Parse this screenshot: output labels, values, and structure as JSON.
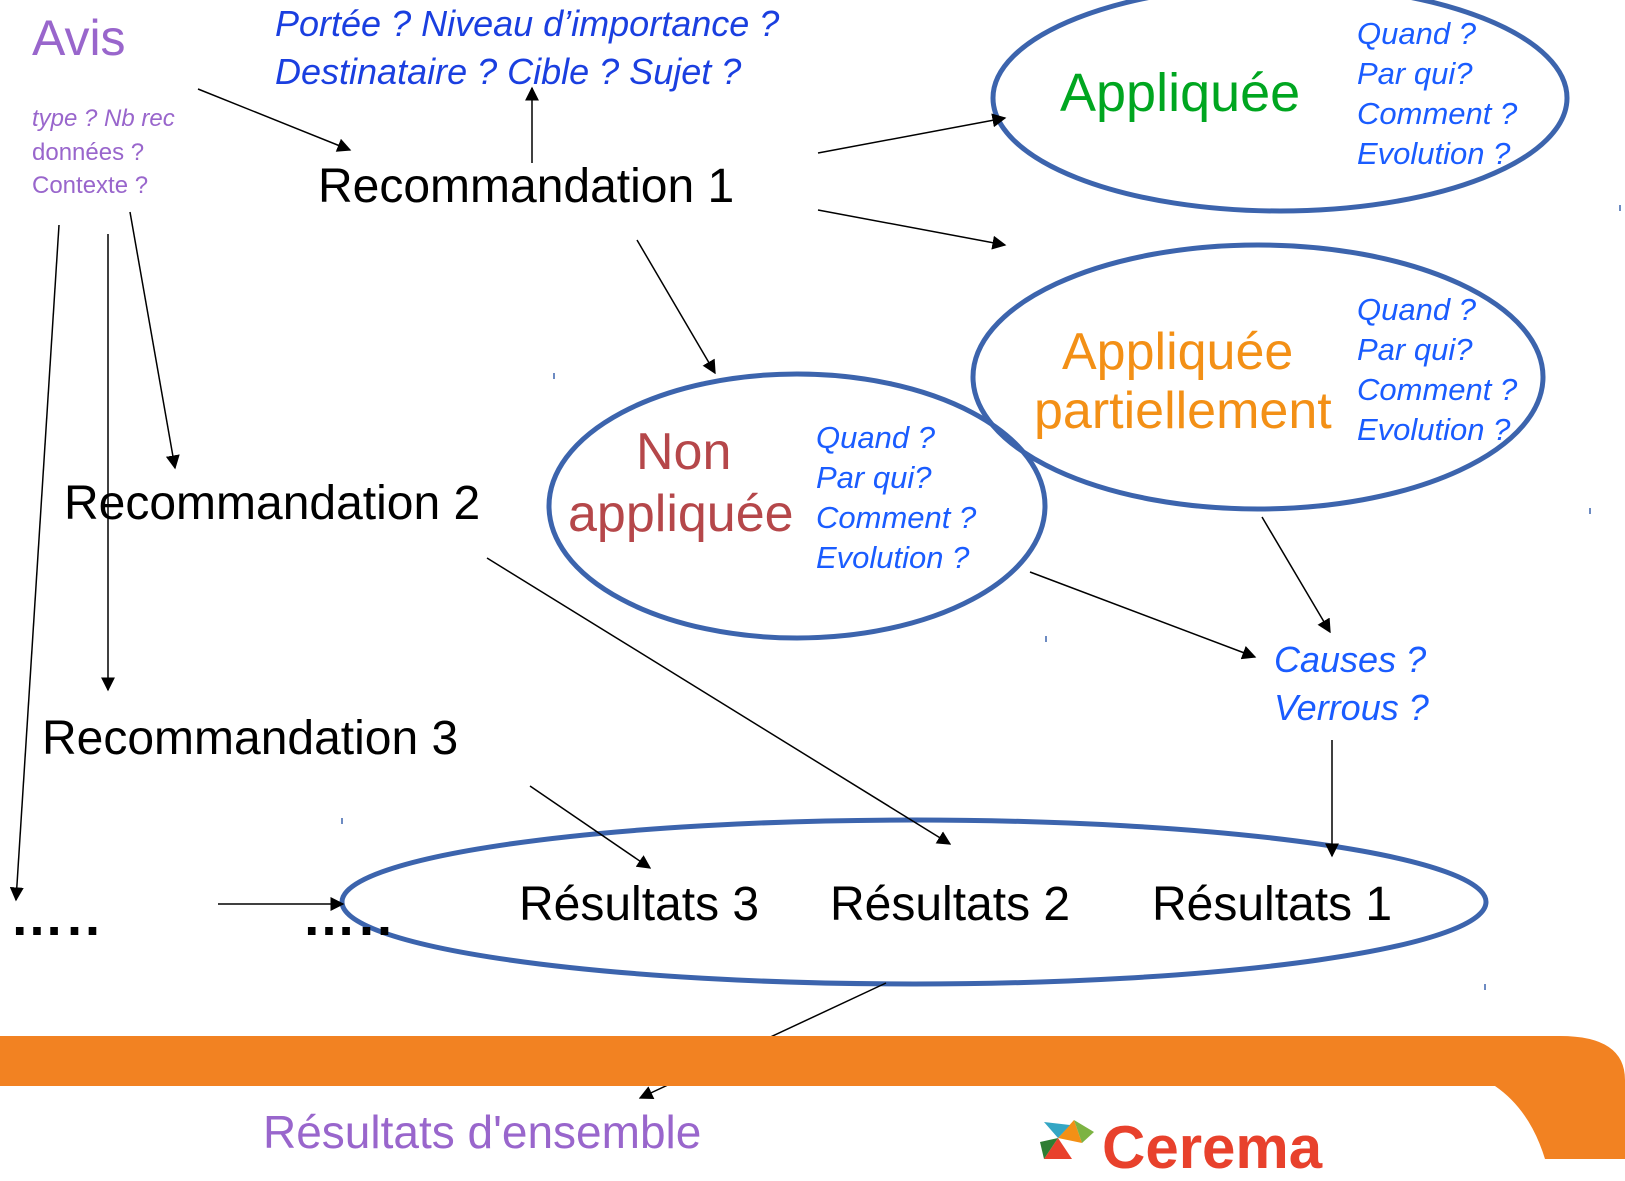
{
  "colors": {
    "purple": "#9966CC",
    "blue_italic": "#1A3FE0",
    "question_blue": "#1A5CFF",
    "green": "#00A620",
    "orange": "#F39016",
    "red_brown": "#B5474A",
    "ellipse_stroke": "#3C64AD",
    "band_orange": "#F28222",
    "black": "#000000"
  },
  "avis": {
    "title": "Avis",
    "details": [
      "type ? Nb rec",
      "données ?",
      "Contexte ?"
    ]
  },
  "scope_questions": [
    "Portée ? Niveau d’importance ?",
    "Destinataire ? Cible ? Sujet ?"
  ],
  "recommendations": [
    "Recommandation 1",
    "Recommandation 2",
    "Recommandation 3"
  ],
  "ellipses": {
    "applied": {
      "label": "Appliquée",
      "questions": [
        "Quand ?",
        "Par qui?",
        "Comment ?",
        "Evolution ?"
      ]
    },
    "partial": {
      "label_lines": [
        "Appliquée",
        "partiellement"
      ],
      "questions": [
        "Quand ?",
        "Par qui?",
        "Comment ?",
        "Evolution ?"
      ]
    },
    "not_applied": {
      "label_lines": [
        "Non",
        "appliquée"
      ],
      "questions": [
        "Quand ?",
        "Par qui?",
        "Comment ?",
        "Evolution ?"
      ]
    }
  },
  "causes": [
    "Causes ?",
    "Verrous ?"
  ],
  "results": [
    "Résultats 3",
    "Résultats 2",
    "Résultats 1"
  ],
  "ellipsis_marks": [
    "…..",
    "….."
  ],
  "overall_results": "Résultats d'ensemble",
  "logo": {
    "text": "Cerema",
    "icon": "cerema-logo-icon"
  }
}
